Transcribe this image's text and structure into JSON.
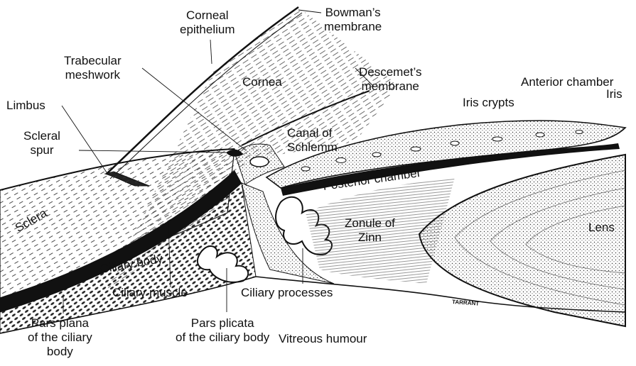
{
  "labels": {
    "corneal_epithelium": [
      "Corneal",
      "epithelium"
    ],
    "bowmans_membrane": [
      "Bowman’s",
      "membrane"
    ],
    "trabecular_meshwork": [
      "Trabecular",
      "meshwork"
    ],
    "cornea": "Cornea",
    "descemets_membrane": [
      "Descemet’s",
      "membrane"
    ],
    "anterior_chamber": "Anterior chamber",
    "limbus": "Limbus",
    "iris": "Iris",
    "iris_crypts": "Iris crypts",
    "scleral_spur": [
      "Scleral",
      "spur"
    ],
    "canal_of_schlemm": [
      "Canal of",
      "Schlemm"
    ],
    "posterior_chamber": "Posterior chamber",
    "sclera": "Sclera",
    "zonule_of_zinn": [
      "Zonule of",
      "Zinn"
    ],
    "lens": "Lens",
    "ciliary_body": "Ciliary body",
    "ciliary_muscle": "Ciliary muscle",
    "ciliary_processes": "Ciliary processes",
    "pars_plana": [
      "Pars plana",
      "of the ciliary",
      "body"
    ],
    "pars_plicata": [
      "Pars plicata",
      "of the ciliary body"
    ],
    "vitreous_humour": "Vitreous humour"
  },
  "signature": "TARRANT",
  "colors": {
    "ink": "#111111",
    "background": "#ffffff"
  }
}
